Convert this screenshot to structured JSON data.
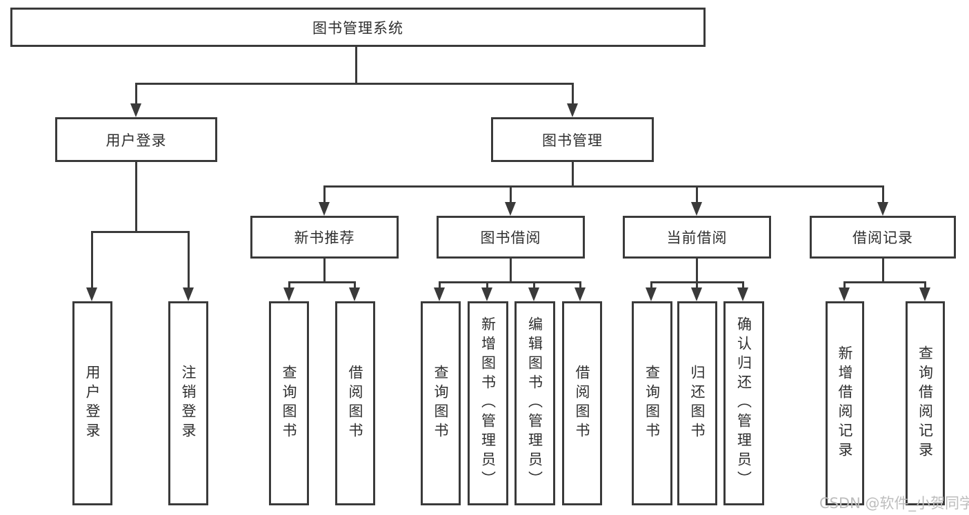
{
  "diagram": {
    "root": "图书管理系统",
    "user_branch": {
      "label": "用户登录",
      "children": [
        "用户登录",
        "注销登录"
      ]
    },
    "mgmt_branch": {
      "label": "图书管理",
      "sections": [
        {
          "label": "新书推荐",
          "children": [
            "查询图书",
            "借阅图书"
          ]
        },
        {
          "label": "图书借阅",
          "children": [
            "查询图书",
            "新增图书（管理员）",
            "编辑图书（管理员）",
            "借阅图书"
          ]
        },
        {
          "label": "当前借阅",
          "children": [
            "查询图书",
            "归还图书",
            "确认归还（管理员）"
          ]
        },
        {
          "label": "借阅记录",
          "children": [
            "新增借阅记录",
            "查询借阅记录"
          ]
        }
      ]
    },
    "watermark": "CSDN @软件_小贺同学",
    "colors": {
      "line": "#3a3a3a",
      "text": "#2f2f2f",
      "watermark": "#bdbdbd",
      "background": "#ffffff"
    }
  }
}
